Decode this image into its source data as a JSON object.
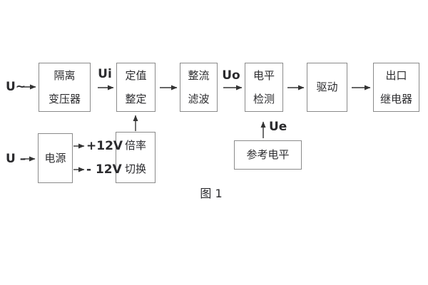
{
  "figure": {
    "caption": "图 1",
    "colors": {
      "background": "#ffffff",
      "box_border": "#8a8a8a",
      "line": "#333333",
      "text": "#2b2b2e"
    },
    "blocks": [
      {
        "id": "isolation-transformer",
        "lines": [
          "隔离",
          "变压器"
        ]
      },
      {
        "id": "setting-adjust",
        "lines": [
          "定值",
          "整定"
        ]
      },
      {
        "id": "rectifier-filter",
        "lines": [
          "整流",
          "滤波"
        ]
      },
      {
        "id": "level-detect",
        "lines": [
          "电平",
          "检测"
        ]
      },
      {
        "id": "drive",
        "lines": [
          "驱动"
        ]
      },
      {
        "id": "output-relay",
        "lines": [
          "出口",
          "继电器"
        ]
      },
      {
        "id": "power-supply",
        "lines": [
          "电源"
        ]
      },
      {
        "id": "rate-switch",
        "lines": [
          "倍率",
          "切换"
        ]
      },
      {
        "id": "reference-level",
        "lines": [
          "参考电平"
        ]
      }
    ],
    "labels": {
      "input_ac": "U~",
      "input_dc": "U –",
      "ui": "Ui",
      "uo": "Uo",
      "ue": "Ue",
      "plus12": "+12V",
      "minus12": "- 12V"
    }
  }
}
